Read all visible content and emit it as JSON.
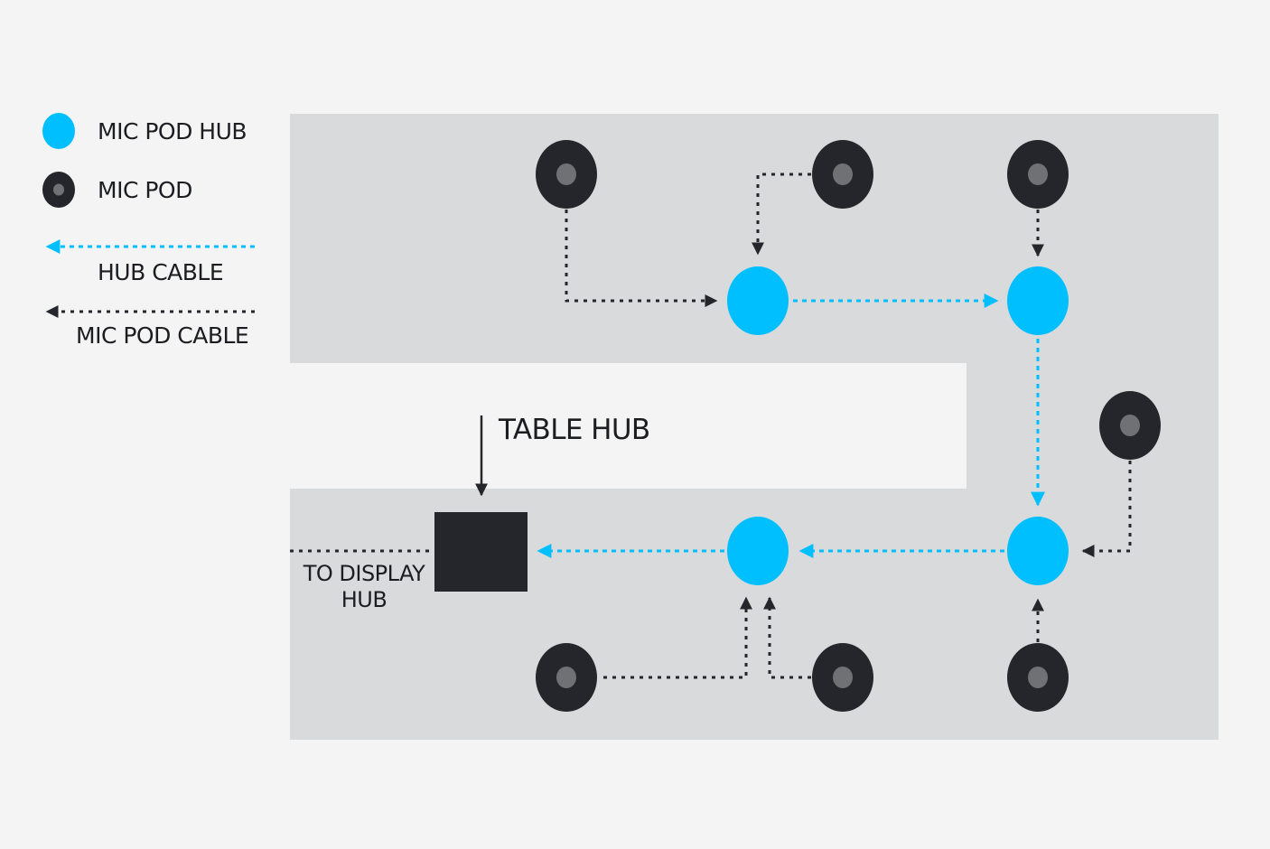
{
  "legend": {
    "mic_pod_hub": "MIC POD HUB",
    "mic_pod": "MIC POD",
    "hub_cable": "HUB CABLE",
    "mic_pod_cable": "MIC POD CABLE"
  },
  "labels": {
    "table_hub": "TABLE HUB",
    "to_display_hub_line1": "TO DISPLAY",
    "to_display_hub_line2": "HUB"
  },
  "colors": {
    "hub": "#00bfff",
    "pod_outer": "#25262b",
    "pod_inner": "#6f7175",
    "table": "#d9dadc",
    "background": "#f4f4f4",
    "table_hub_box": "#25262b",
    "cable_dark": "#25262b"
  }
}
